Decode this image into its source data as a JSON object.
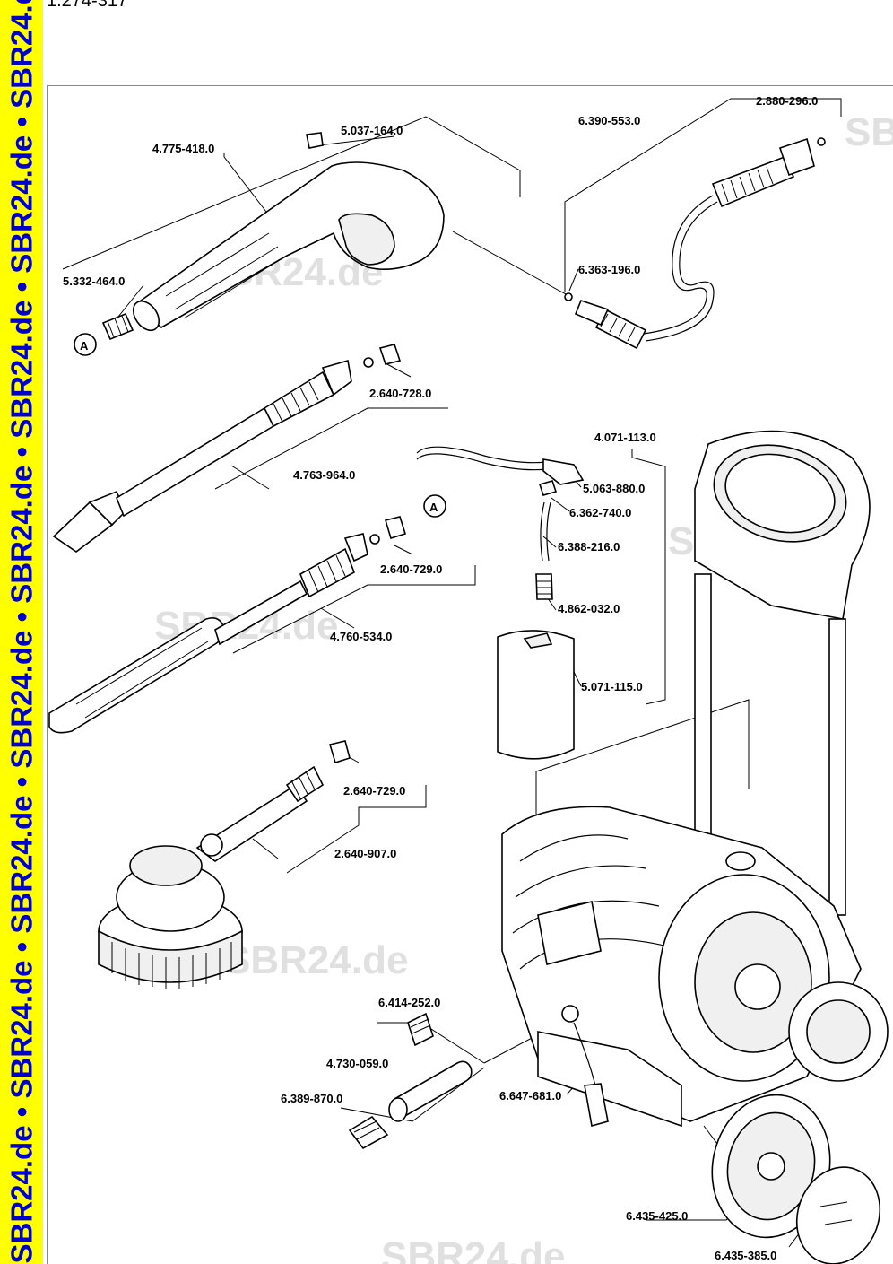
{
  "doc_id": "1.274-317",
  "sidebar_text": "SBR24.de • SBR24.de • SBR24.de • SBR24.de • SBR24.de • SBR24.de • SBR24.de • SBR24.de",
  "watermark": "SBR24.de",
  "parts": {
    "hose_o_ring": "2.880-296.0",
    "hp_hose": "6.390-553.0",
    "lock_clip": "5.037-164.0",
    "gun": "4.775-418.0",
    "gun_adapter": "5.332-464.0",
    "hose_seal": "6.363-196.0",
    "jet_nozzle_plug": "2.640-728.0",
    "dirt_blaster": "4.763-964.0",
    "detergent_unit": "4.071-113.0",
    "detergent_valve": "5.063-880.0",
    "valve_seal": "6.362-740.0",
    "suction_hose": "6.388-216.0",
    "filter": "4.862-032.0",
    "vario_plug": "2.640-729.0",
    "vario_lance": "4.760-534.0",
    "detergent_tank": "5.071-115.0",
    "brush_plug": "2.640-729.0",
    "wash_brush": "2.640-907.0",
    "inlet_filter": "6.414-252.0",
    "inlet_coupling": "4.730-059.0",
    "hose_connector": "6.389-870.0",
    "power_cable": "6.647-681.0",
    "wheel": "6.435-425.0",
    "hub_cap": "6.435-385.0"
  },
  "markers": {
    "a1": "A",
    "a2": "A"
  }
}
